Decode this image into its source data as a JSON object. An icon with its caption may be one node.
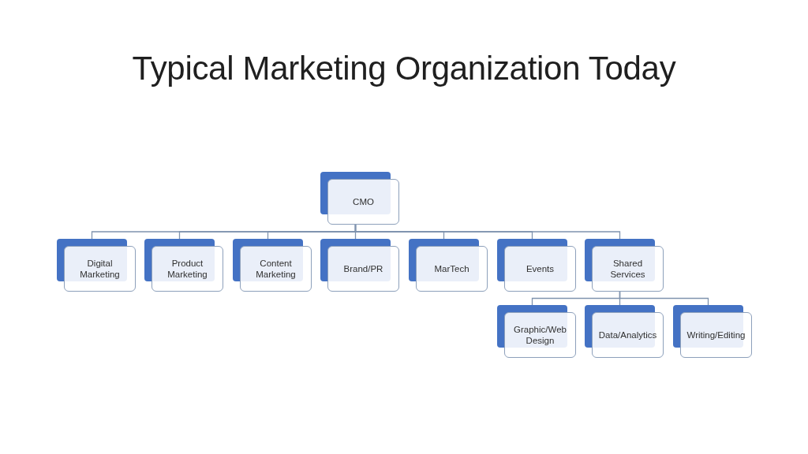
{
  "diagram": {
    "title": "Typical Marketing Organization Today",
    "nodes": [
      {
        "text": [
          "CMO"
        ]
      },
      {
        "text": [
          "Digital Marketing"
        ]
      },
      {
        "text": [
          "Product Marketing"
        ]
      },
      {
        "text": [
          "Content Marketing"
        ]
      },
      {
        "text": [
          "Brand/PR"
        ]
      },
      {
        "text": [
          "MarTech"
        ]
      },
      {
        "text": [
          "Events"
        ]
      },
      {
        "text": [
          "Shared Services"
        ]
      },
      {
        "text": [
          "Graphic/Web Design"
        ]
      },
      {
        "text": [
          "Data/Analytics"
        ]
      },
      {
        "text": [
          "Writing/Editing"
        ]
      }
    ],
    "edges": [
      {
        "from": 0,
        "to": 1,
        "arrow": "none"
      },
      {
        "from": 0,
        "to": 2,
        "arrow": "none"
      },
      {
        "from": 0,
        "to": 3,
        "arrow": "none"
      },
      {
        "from": 0,
        "to": 4,
        "arrow": "none"
      },
      {
        "from": 0,
        "to": 5,
        "arrow": "none"
      },
      {
        "from": 0,
        "to": 6,
        "arrow": "none"
      },
      {
        "from": 0,
        "to": 7,
        "arrow": "none"
      },
      {
        "from": 7,
        "to": 8,
        "arrow": "none"
      },
      {
        "from": 7,
        "to": 9,
        "arrow": "none"
      },
      {
        "from": 7,
        "to": 10,
        "arrow": "none"
      }
    ]
  }
}
